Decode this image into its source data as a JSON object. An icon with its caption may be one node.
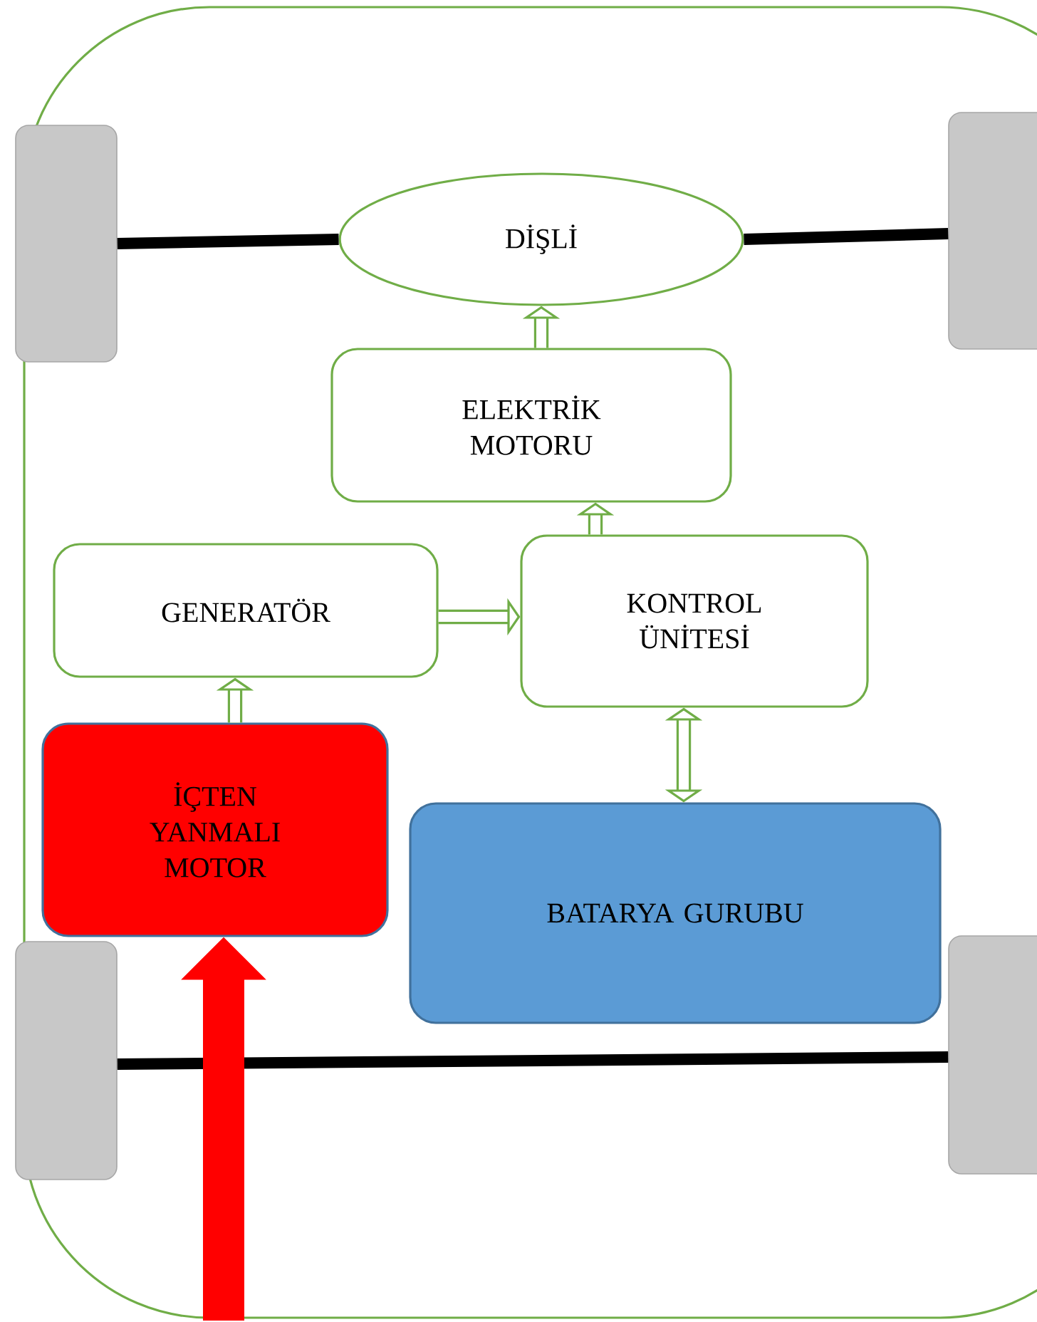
{
  "diagram": {
    "nodes": [
      {
        "text": [
          "DİŞLİ"
        ]
      },
      {
        "text": [
          "ELEKTRİK MOTORU"
        ]
      },
      {
        "text": [
          "GENERATÖR"
        ]
      },
      {
        "text": [
          "KONTROL ÜNİTESİ"
        ]
      },
      {
        "text": [
          "İÇTEN YANMALI MOTOR"
        ]
      },
      {
        "text": [
          "BATARYA GURUBU"
        ]
      },
      {
        "text": [],
        "shape": "box"
      },
      {
        "text": [],
        "shape": "box"
      },
      {
        "text": [],
        "shape": "box"
      },
      {
        "text": [],
        "shape": "box"
      }
    ],
    "edges": [
      {
        "from": 1,
        "to": 0,
        "arrow": "to"
      },
      {
        "from": 3,
        "to": 1,
        "arrow": "to"
      },
      {
        "from": 4,
        "to": 2,
        "arrow": "to"
      },
      {
        "from": 2,
        "to": 3,
        "arrow": "to"
      },
      {
        "from": 3,
        "to": 5,
        "arrow": "both"
      },
      {
        "from": 6,
        "to": 0,
        "arrow": "none",
        "color": "#000000"
      },
      {
        "from": 0,
        "to": 7,
        "arrow": "none",
        "color": "#000000"
      },
      {
        "from": 8,
        "to": 9,
        "arrow": "none",
        "color": "#000000"
      },
      {
        "from": null,
        "to": 4,
        "arrow": "to",
        "style": "thick",
        "color": "#ff0000"
      }
    ]
  }
}
